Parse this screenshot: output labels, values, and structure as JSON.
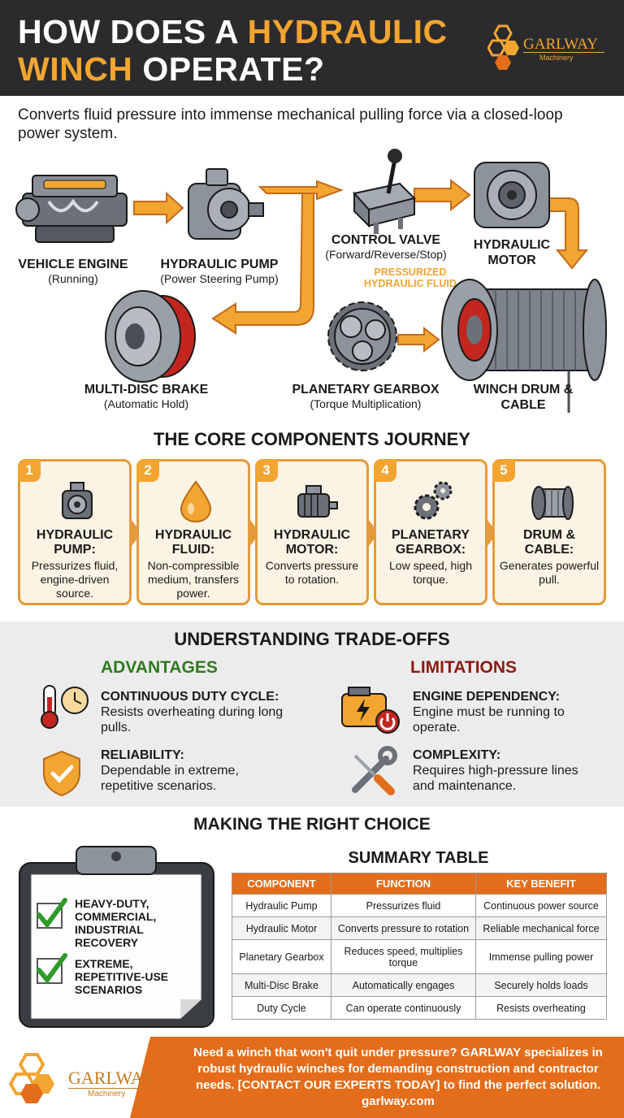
{
  "header": {
    "title_part1": "How does a ",
    "title_highlight1": "hydraulic",
    "title_highlight2": "winch",
    "title_part2": " operate?"
  },
  "brand": {
    "name": "GARLWAY",
    "tagline": "Machinery"
  },
  "intro": "Converts fluid pressure into immense mechanical pulling force via a closed-loop power system.",
  "flow": {
    "engine": {
      "name": "Vehicle Engine",
      "sub": "(Running)"
    },
    "pump": {
      "name": "Hydraulic Pump",
      "sub": "(Power Steering Pump)"
    },
    "valve": {
      "name": "Control Valve",
      "sub": "(Forward/Reverse/Stop)"
    },
    "motor": {
      "name": "Hydraulic Motor"
    },
    "brake": {
      "name": "Multi-Disc Brake",
      "sub": "(Automatic Hold)"
    },
    "gearbox": {
      "name": "Planetary Gearbox",
      "sub": "(Torque Multiplication)"
    },
    "drum": {
      "name": "Winch Drum & Cable"
    },
    "pressure_label": "Pressurized Hydraulic Fluid"
  },
  "journey": {
    "title": "The Core Components Journey",
    "cards": [
      {
        "num": "1",
        "title": "Hydraulic Pump:",
        "desc": "Pressurizes fluid, engine-driven source."
      },
      {
        "num": "2",
        "title": "Hydraulic Fluid:",
        "desc": "Non-compressible medium, transfers power."
      },
      {
        "num": "3",
        "title": "Hydraulic Motor:",
        "desc": "Converts pressure to rotation."
      },
      {
        "num": "4",
        "title": "Planetary Gearbox:",
        "desc": "Low speed, high torque."
      },
      {
        "num": "5",
        "title": "Drum & Cable:",
        "desc": "Generates powerful pull."
      }
    ]
  },
  "tradeoffs": {
    "title": "Understanding Trade-offs",
    "advantages_title": "Advantages",
    "limitations_title": "Limitations",
    "advantages": [
      {
        "title": "Continuous Duty Cycle:",
        "desc": "Resists overheating during long pulls."
      },
      {
        "title": "Reliability:",
        "desc": "Dependable in extreme, repetitive scenarios."
      }
    ],
    "limitations": [
      {
        "title": "Engine Dependency:",
        "desc": "Engine must be running to operate."
      },
      {
        "title": "Complexity:",
        "desc": "Requires high-pressure lines and maintenance."
      }
    ]
  },
  "choice": {
    "title": "Making the Right Choice",
    "checks": [
      "Heavy-duty, commercial, industrial recovery",
      "Extreme, repetitive-use scenarios"
    ]
  },
  "summary": {
    "title": "Summary Table",
    "headers": [
      "Component",
      "Function",
      "Key Benefit"
    ],
    "rows": [
      [
        "Hydraulic Pump",
        "Pressurizes fluid",
        "Continuous power source"
      ],
      [
        "Hydraulic Motor",
        "Converts pressure to rotation",
        "Reliable mechanical force"
      ],
      [
        "Planetary Gearbox",
        "Reduces speed, multiplies torque",
        "Immense pulling power"
      ],
      [
        "Multi-Disc Brake",
        "Automatically engages",
        "Securely holds loads"
      ],
      [
        "Duty Cycle",
        "Can operate continuously",
        "Resists overheating"
      ]
    ]
  },
  "footer": {
    "cta": "Need a winch that won't quit under pressure? GARLWAY specializes in robust hydraulic winches for demanding construction and contractor needs. [CONTACT OUR EXPERTS TODAY] to find the perfect solution.",
    "url": "garlway.com"
  },
  "colors": {
    "dark": "#2b2b2d",
    "accent": "#f2a531",
    "orange": "#e36d1a",
    "green": "#2f7a1f",
    "red": "#8b1a12"
  }
}
